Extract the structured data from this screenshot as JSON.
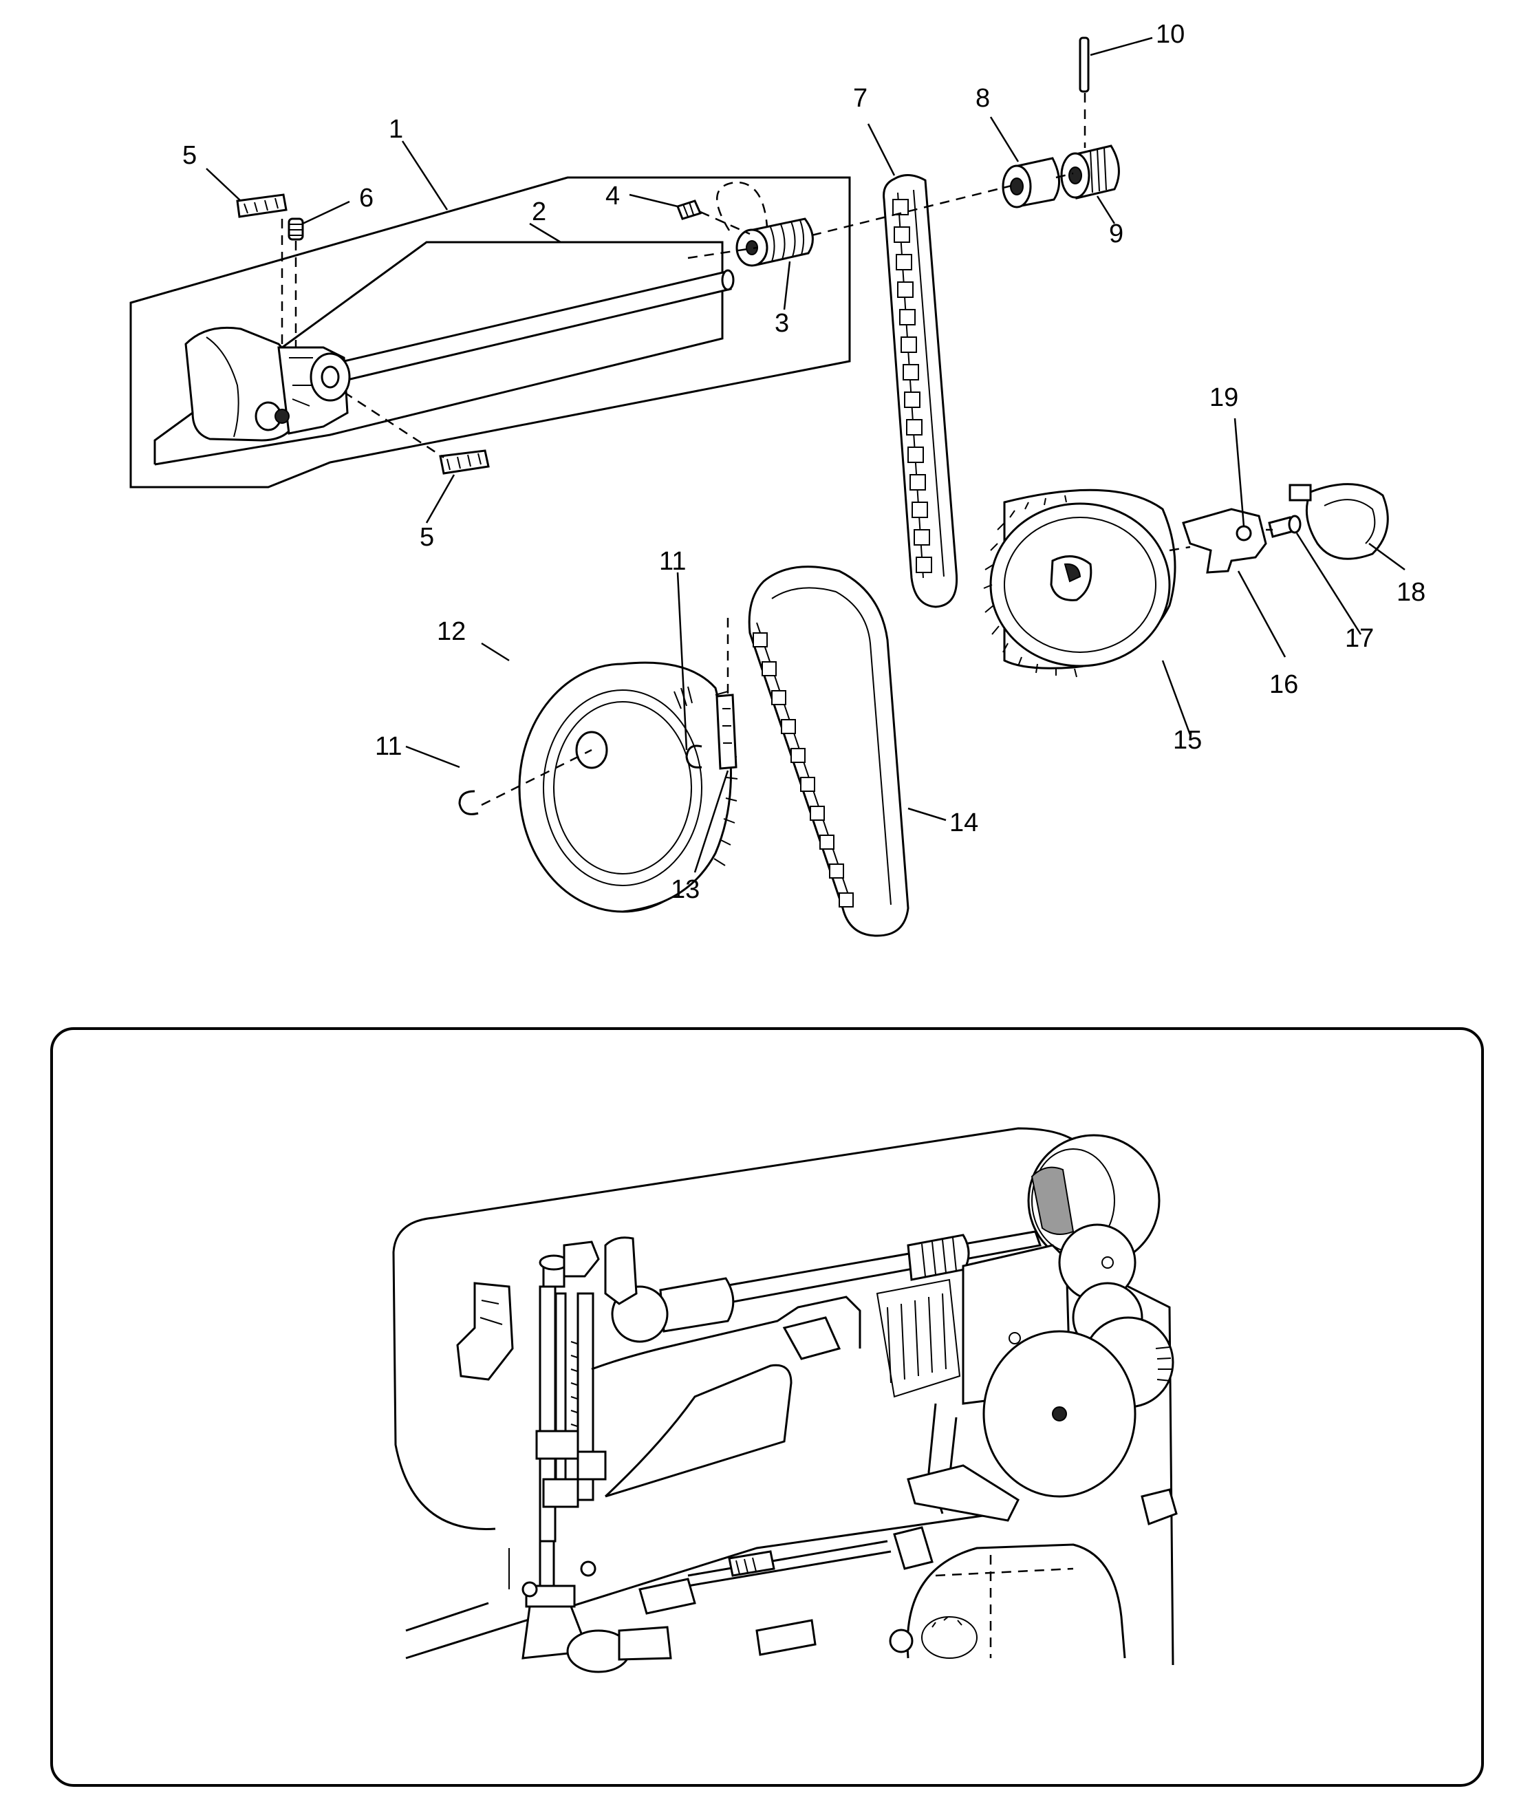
{
  "callouts": [
    "1",
    "2",
    "3",
    "4",
    "5",
    "5",
    "6",
    "7",
    "8",
    "9",
    "10",
    "11",
    "11",
    "12",
    "13",
    "14",
    "15",
    "16",
    "17",
    "18",
    "19"
  ]
}
